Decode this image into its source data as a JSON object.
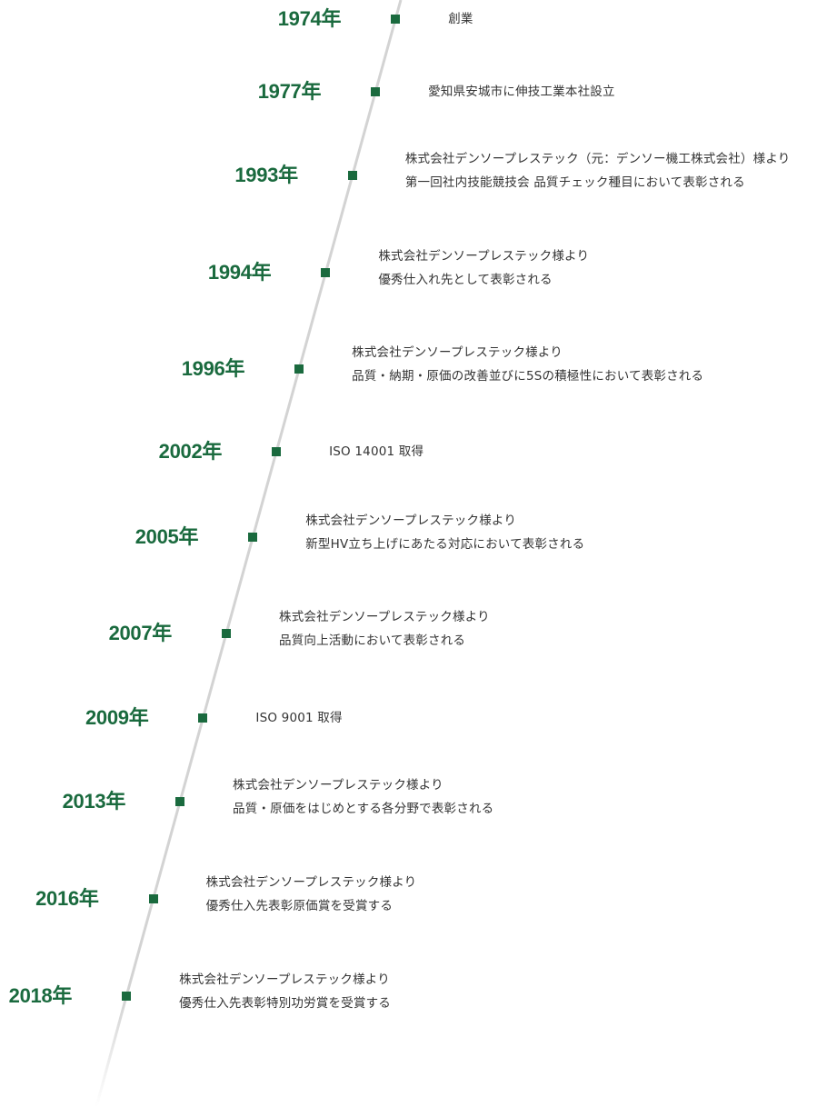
{
  "accent_color": "#1a6a3e",
  "line_color": "#d3d3d3",
  "timeline": [
    {
      "year": "1974年",
      "lines": [
        "創業"
      ]
    },
    {
      "year": "1977年",
      "lines": [
        "愛知県安城市に伸技工業本社設立"
      ]
    },
    {
      "year": "1993年",
      "lines": [
        "株式会社デンソープレステック（元：デンソー機工株式会社）様より",
        "第一回社内技能競技会 品質チェック種目において表彰される"
      ]
    },
    {
      "year": "1994年",
      "lines": [
        "株式会社デンソープレステック様より",
        "優秀仕入れ先として表彰される"
      ]
    },
    {
      "year": "1996年",
      "lines": [
        "株式会社デンソープレステック様より",
        "品質・納期・原価の改善並びに5Sの積極性において表彰される"
      ]
    },
    {
      "year": "2002年",
      "lines": [
        "ISO 14001 取得"
      ]
    },
    {
      "year": "2005年",
      "lines": [
        "株式会社デンソープレステック様より",
        "新型HV立ち上げにあたる対応において表彰される"
      ]
    },
    {
      "year": "2007年",
      "lines": [
        "株式会社デンソープレステック様より",
        "品質向上活動において表彰される"
      ]
    },
    {
      "year": "2009年",
      "lines": [
        "ISO 9001 取得"
      ]
    },
    {
      "year": "2013年",
      "lines": [
        "株式会社デンソープレステック様より",
        "品質・原価をはじめとする各分野で表彰される"
      ]
    },
    {
      "year": "2016年",
      "lines": [
        "株式会社デンソープレステック様より",
        "優秀仕入先表彰原価賞を受賞する"
      ]
    },
    {
      "year": "2018年",
      "lines": [
        "株式会社デンソープレステック様より",
        "優秀仕入先表彰特別功労賞を受賞する"
      ]
    }
  ]
}
